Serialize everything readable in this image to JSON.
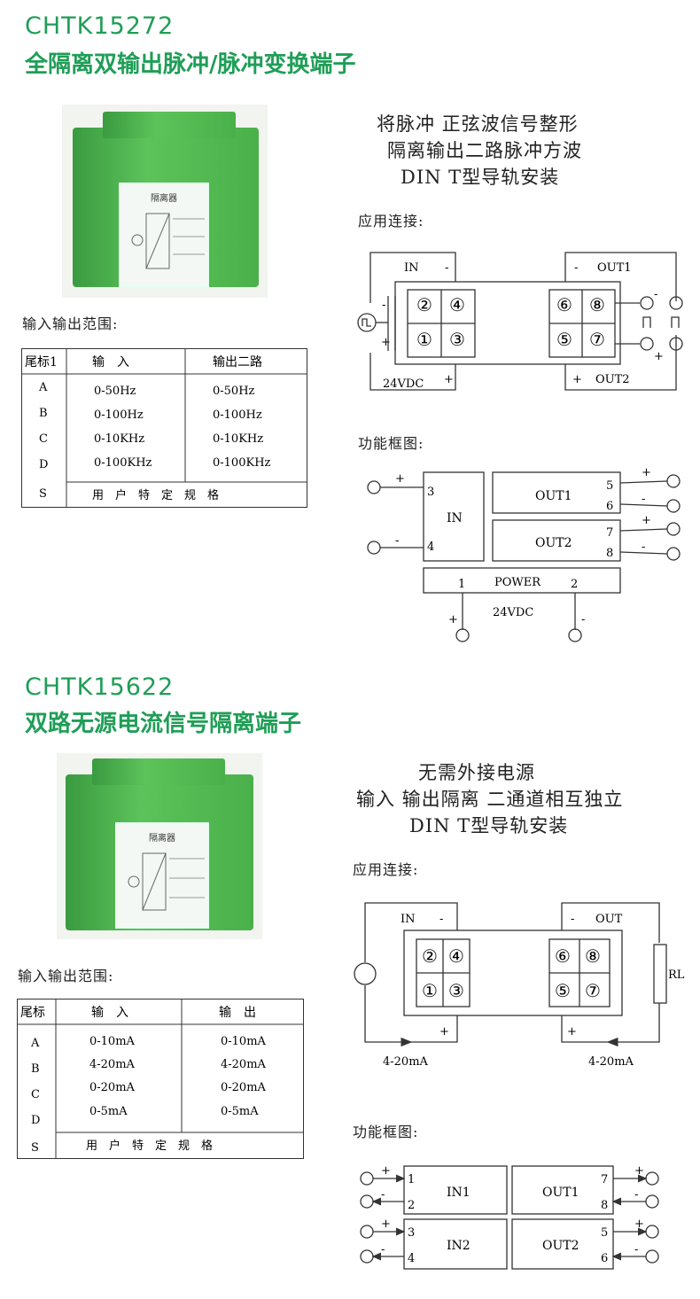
{
  "section1": {
    "model": "CHTK15272",
    "name": "全隔离双输出脉冲/脉冲变换端子",
    "desc": [
      "将脉冲 正弦波信号整形",
      "隔离输出二路脉冲方波",
      "DIN T型导轨安装"
    ],
    "label_photo": "隔离器",
    "label_range": "输入输出范围:",
    "label_app": "应用连接:",
    "label_func": "功能框图:",
    "table": {
      "headers": [
        "尾标1",
        "输　入",
        "输出二路"
      ],
      "codes": [
        "A",
        "B",
        "C",
        "D",
        "S"
      ],
      "inputs": [
        "0-50Hz",
        "0-100Hz",
        "0-10KHz",
        "0-100KHz"
      ],
      "outputs": [
        "0-50Hz",
        "0-100Hz",
        "0-10KHz",
        "0-100KHz"
      ],
      "custom": "用　户　特　定　规　格"
    },
    "app": {
      "in": "IN",
      "minus": "-",
      "plus": "+",
      "out1": "OUT1",
      "out2": "OUT2",
      "power": "24VDC",
      "terms": [
        "②",
        "④",
        "①",
        "③",
        "⑥",
        "⑧",
        "⑤",
        "⑦"
      ]
    },
    "func": {
      "in": "IN",
      "out1": "OUT1",
      "out2": "OUT2",
      "power": "POWER",
      "vdc": "24VDC",
      "p3": "3",
      "p4": "4",
      "p5": "5",
      "p6": "6",
      "p7": "7",
      "p8": "8",
      "p1": "1",
      "p2": "2",
      "plus": "+",
      "minus": "-"
    }
  },
  "section2": {
    "model": "CHTK15622",
    "name": "双路无源电流信号隔离端子",
    "desc": [
      "无需外接电源",
      "输入 输出隔离 二通道相互独立",
      "DIN T型导轨安装"
    ],
    "label_photo": "隔离器",
    "label_range": "输入输出范围:",
    "label_app": "应用连接:",
    "label_func": "功能框图:",
    "table": {
      "headers": [
        "尾标",
        "输　入",
        "输　出"
      ],
      "codes": [
        "A",
        "B",
        "C",
        "D",
        "S"
      ],
      "inputs": [
        "0-10mA",
        "4-20mA",
        "0-20mA",
        "0-5mA"
      ],
      "outputs": [
        "0-10mA",
        "4-20mA",
        "0-20mA",
        "0-5mA"
      ],
      "custom": "用　户　特　定　规　格"
    },
    "app": {
      "in": "IN",
      "out": "OUT",
      "minus": "-",
      "plus": "+",
      "rl": "RL",
      "ma_in": "4-20mA",
      "ma_out": "4-20mA",
      "terms": [
        "②",
        "④",
        "①",
        "③",
        "⑥",
        "⑧",
        "⑤",
        "⑦"
      ]
    },
    "func": {
      "in1": "IN1",
      "in2": "IN2",
      "out1": "OUT1",
      "out2": "OUT2",
      "p1": "1",
      "p2": "2",
      "p3": "3",
      "p4": "4",
      "p5": "5",
      "p6": "6",
      "p7": "7",
      "p8": "8",
      "plus": "+",
      "minus": "-"
    }
  }
}
